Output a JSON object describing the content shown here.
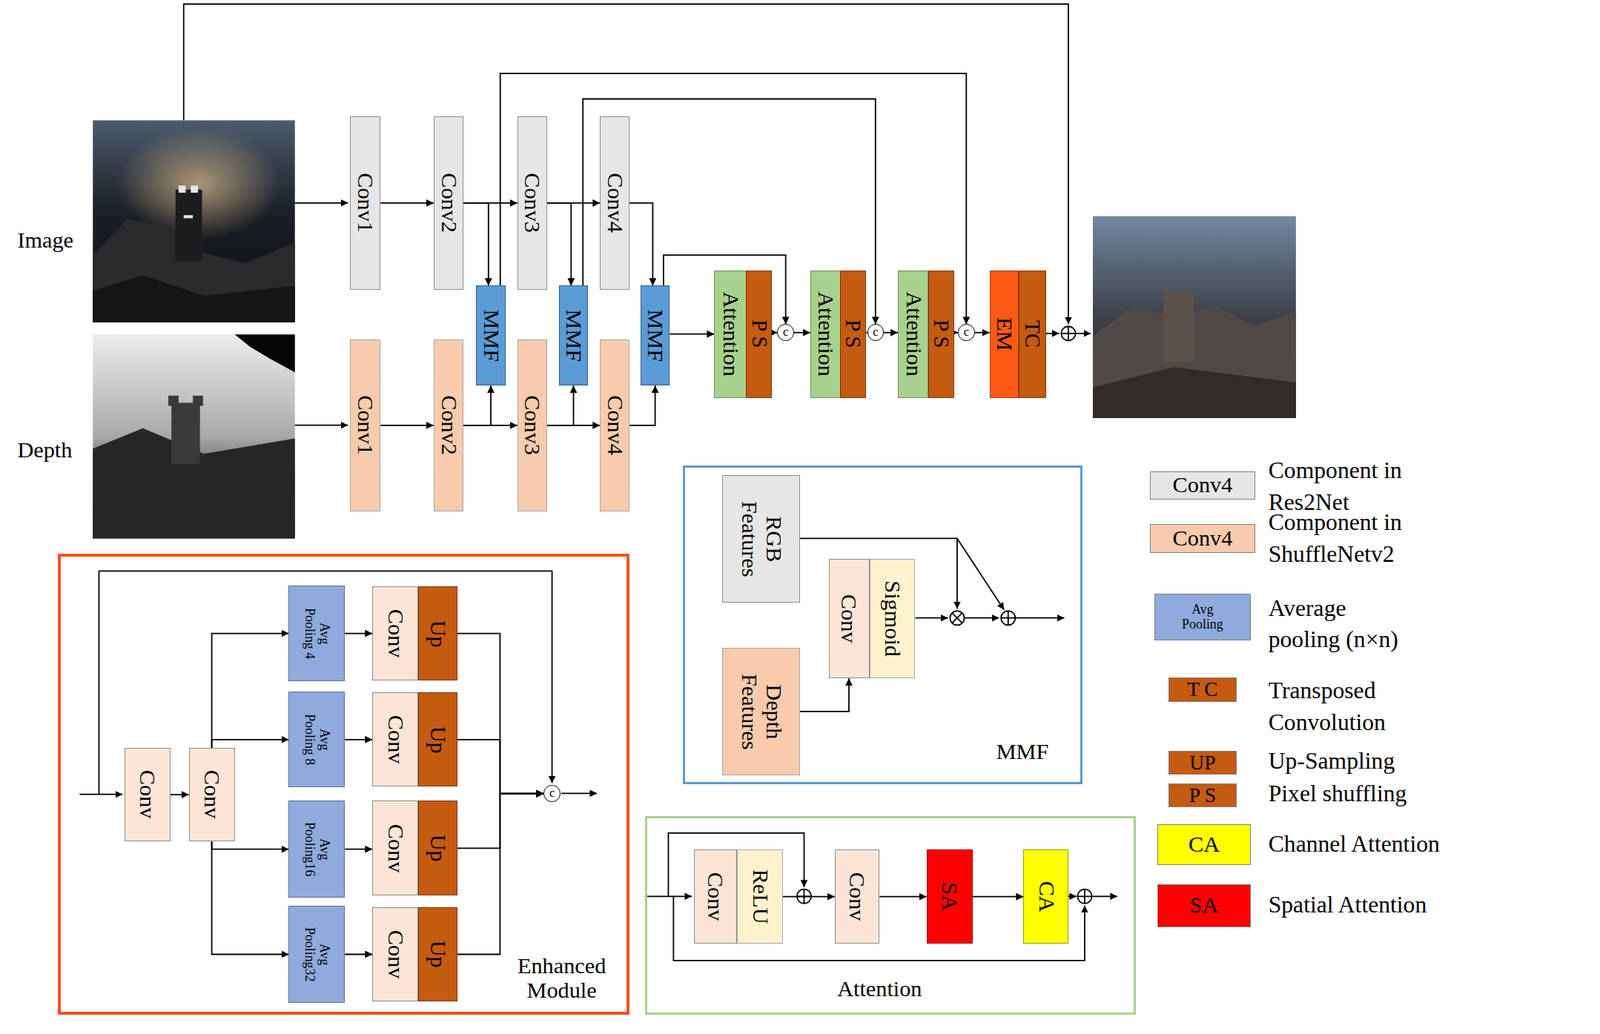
{
  "diagram": {
    "nodes": [
      {
        "text": [
          "Conv1"
        ]
      },
      {
        "text": [
          "Conv2"
        ]
      },
      {
        "text": [
          "Conv3"
        ]
      },
      {
        "text": [
          "Conv4"
        ]
      },
      {
        "text": [
          "Conv1"
        ]
      },
      {
        "text": [
          "Conv2"
        ]
      },
      {
        "text": [
          "Conv3"
        ]
      },
      {
        "text": [
          "Conv4"
        ]
      },
      {
        "text": [
          "MMF"
        ]
      },
      {
        "text": [
          "MMF"
        ]
      },
      {
        "text": [
          "MMF"
        ]
      },
      {
        "text": [
          "Attention"
        ]
      },
      {
        "text": [
          "P S"
        ]
      },
      {
        "text": [
          "c"
        ]
      },
      {
        "text": [
          "Attention"
        ]
      },
      {
        "text": [
          "P S"
        ]
      },
      {
        "text": [
          "c"
        ]
      },
      {
        "text": [
          "Attention"
        ]
      },
      {
        "text": [
          "P S"
        ]
      },
      {
        "text": [
          "c"
        ]
      },
      {
        "text": [
          "EM"
        ]
      },
      {
        "text": [
          "TC"
        ]
      },
      {
        "text": [
          "Enhanced Module"
        ]
      },
      {
        "text": [
          "Conv"
        ],
        "in": 22
      },
      {
        "text": [
          "Conv"
        ],
        "in": 22
      },
      {
        "text": [
          "Avg Pooling 4"
        ],
        "in": 22
      },
      {
        "text": [
          "Avg Pooling 8"
        ],
        "in": 22
      },
      {
        "text": [
          "Avg Pooling16"
        ],
        "in": 22
      },
      {
        "text": [
          "Avg Pooling32"
        ],
        "in": 22
      },
      {
        "text": [
          "Conv"
        ],
        "in": 22
      },
      {
        "text": [
          "Up"
        ],
        "in": 22
      },
      {
        "text": [
          "Conv"
        ],
        "in": 22
      },
      {
        "text": [
          "Up"
        ],
        "in": 22
      },
      {
        "text": [
          "Conv"
        ],
        "in": 22
      },
      {
        "text": [
          "Up"
        ],
        "in": 22
      },
      {
        "text": [
          "Conv"
        ],
        "in": 22
      },
      {
        "text": [
          "Up"
        ],
        "in": 22
      },
      {
        "text": [
          "c"
        ],
        "in": 22
      },
      {
        "text": [
          "MMF"
        ]
      },
      {
        "text": [
          "RGB Features"
        ],
        "in": 38
      },
      {
        "text": [
          "Depth Features"
        ],
        "in": 38
      },
      {
        "text": [
          "Conv"
        ],
        "in": 38
      },
      {
        "text": [
          "Sigmoid"
        ],
        "in": 38
      },
      {
        "text": [
          "Attention"
        ]
      },
      {
        "text": [
          "Conv"
        ],
        "in": 43
      },
      {
        "text": [
          "ReLU"
        ],
        "in": 43
      },
      {
        "text": [
          "Conv"
        ],
        "in": 43
      },
      {
        "text": [
          "SA"
        ],
        "in": 43
      },
      {
        "text": [
          "CA"
        ],
        "in": 43
      }
    ],
    "edges": [
      {
        "from": 0,
        "to": 1,
        "arrow": "to"
      },
      {
        "from": 1,
        "to": 2,
        "arrow": "to"
      },
      {
        "from": 2,
        "to": 3,
        "arrow": "to"
      },
      {
        "from": 4,
        "to": 5,
        "arrow": "to"
      },
      {
        "from": 5,
        "to": 6,
        "arrow": "to"
      },
      {
        "from": 6,
        "to": 7,
        "arrow": "to"
      },
      {
        "from": 1,
        "to": 8,
        "arrow": "to"
      },
      {
        "from": 5,
        "to": 8,
        "arrow": "to"
      },
      {
        "from": 2,
        "to": 9,
        "arrow": "to"
      },
      {
        "from": 6,
        "to": 9,
        "arrow": "to"
      },
      {
        "from": 3,
        "to": 10,
        "arrow": "to"
      },
      {
        "from": 7,
        "to": 10,
        "arrow": "to"
      },
      {
        "from": 10,
        "to": 11,
        "arrow": "to"
      },
      {
        "from": 10,
        "to": 13,
        "arrow": "to"
      },
      {
        "from": 9,
        "to": 16,
        "arrow": "to"
      },
      {
        "from": 8,
        "to": 19,
        "arrow": "to"
      },
      {
        "from": 12,
        "to": 13,
        "arrow": "to"
      },
      {
        "from": 13,
        "to": 14,
        "arrow": "to"
      },
      {
        "from": 15,
        "to": 16,
        "arrow": "to"
      },
      {
        "from": 16,
        "to": 17,
        "arrow": "to"
      },
      {
        "from": 18,
        "to": 19,
        "arrow": "to"
      },
      {
        "from": 19,
        "to": 20,
        "arrow": "to"
      },
      {
        "from": 23,
        "to": 24,
        "arrow": "to"
      },
      {
        "from": 24,
        "to": 25,
        "arrow": "to"
      },
      {
        "from": 24,
        "to": 26,
        "arrow": "to"
      },
      {
        "from": 24,
        "to": 27,
        "arrow": "to"
      },
      {
        "from": 24,
        "to": 28,
        "arrow": "to"
      },
      {
        "from": 25,
        "to": 29,
        "arrow": "to"
      },
      {
        "from": 26,
        "to": 31,
        "arrow": "to"
      },
      {
        "from": 27,
        "to": 33,
        "arrow": "to"
      },
      {
        "from": 28,
        "to": 35,
        "arrow": "to"
      },
      {
        "from": 30,
        "to": 37,
        "arrow": "to"
      },
      {
        "from": 32,
        "to": 37,
        "arrow": "to"
      },
      {
        "from": 34,
        "to": 37,
        "arrow": "to"
      },
      {
        "from": 36,
        "to": 37,
        "arrow": "to"
      },
      {
        "from": 40,
        "to": 41,
        "arrow": "to"
      },
      {
        "from": 45,
        "to": 46,
        "arrow": "to"
      },
      {
        "from": 46,
        "to": 47,
        "arrow": "to"
      },
      {
        "from": 47,
        "to": 48,
        "arrow": "to"
      }
    ],
    "labels": [
      "Image",
      "Depth",
      "Conv4",
      "Conv4",
      "Avg Pooling",
      "T C",
      "UP",
      "P S",
      "CA",
      "SA"
    ],
    "legend": [
      {
        "text": "Component in Res2Net",
        "color": "#e7e6e6"
      },
      {
        "text": "Component in ShuffleNetv2",
        "color": "#f8cbad"
      },
      {
        "text": "Average pooling (n×n)",
        "color": "#8faadc"
      },
      {
        "text": "Transposed Convolution",
        "color": "#c55a11"
      },
      {
        "text": "Up-Sampling",
        "color": "#c55a11"
      },
      {
        "text": "Pixel shuffling",
        "color": "#c55a11"
      },
      {
        "text": "Channel Attention",
        "color": "#ffff00"
      },
      {
        "text": "Spatial Attention",
        "color": "#ff0000"
      }
    ]
  }
}
